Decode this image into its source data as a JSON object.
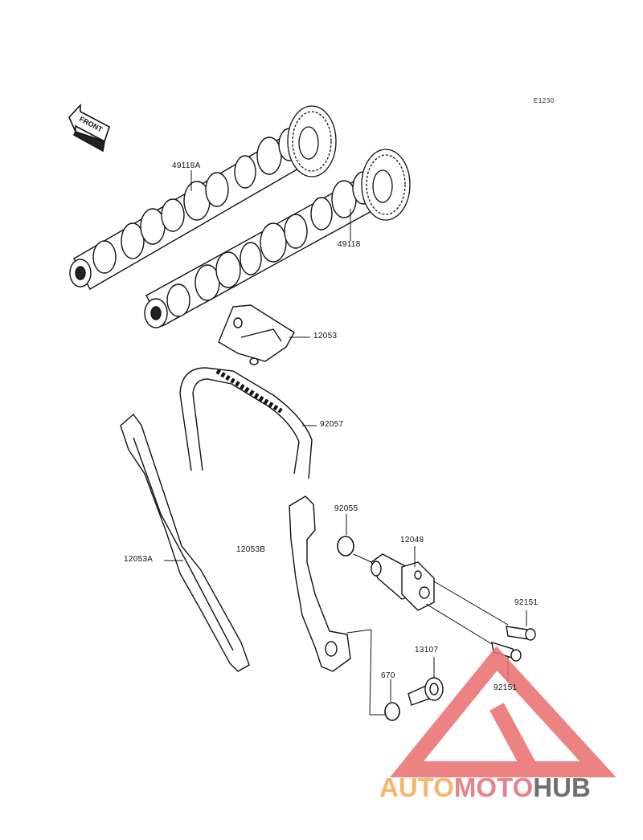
{
  "diagram": {
    "code": "E1230",
    "front_label": "FRONT",
    "parts": [
      {
        "id": "p1",
        "label": "49118A"
      },
      {
        "id": "p2",
        "label": "49118"
      },
      {
        "id": "p3",
        "label": "12053"
      },
      {
        "id": "p4",
        "label": "92057"
      },
      {
        "id": "p5",
        "label": "12053A"
      },
      {
        "id": "p6",
        "label": "12053B"
      },
      {
        "id": "p7",
        "label": "92055"
      },
      {
        "id": "p8",
        "label": "12048"
      },
      {
        "id": "p9",
        "label": "92151"
      },
      {
        "id": "p10",
        "label": "13107"
      },
      {
        "id": "p11",
        "label": "670"
      },
      {
        "id": "p12",
        "label": "92151"
      }
    ]
  },
  "watermark": {
    "part1": "AUTO",
    "part2": "MOTO",
    "part3": "HUB",
    "colors": {
      "auto": "#f5b56a",
      "moto": "#e8828a",
      "hub": "#6f6f6f",
      "triangle": "#ea6d6d"
    }
  }
}
